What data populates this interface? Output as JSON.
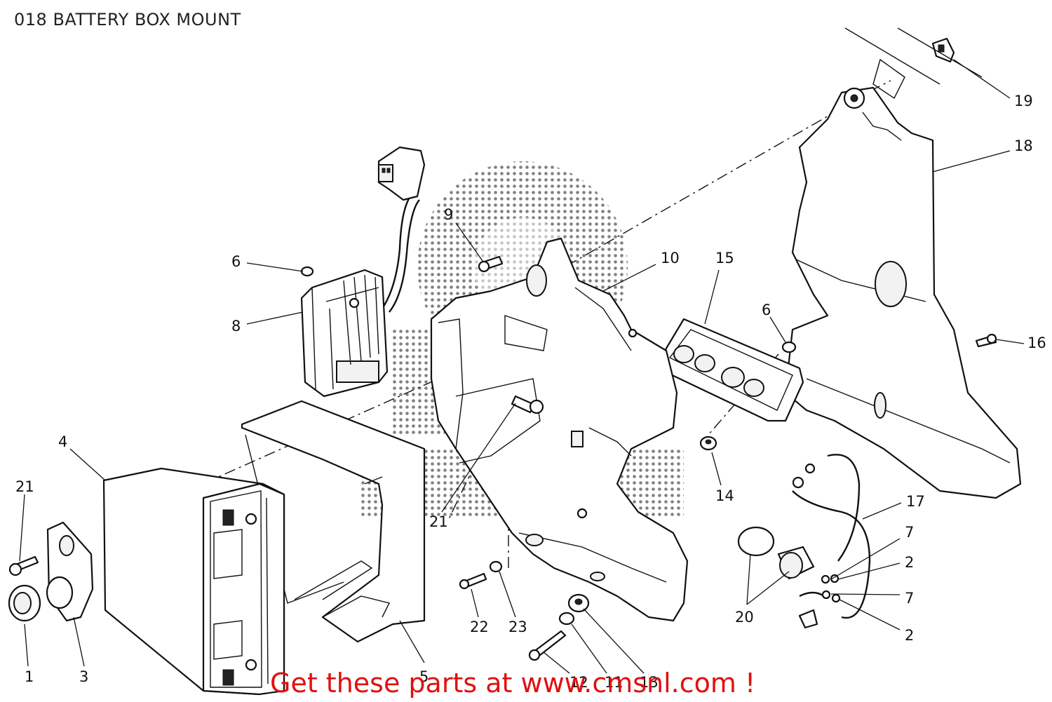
{
  "title": "018 BATTERY BOX MOUNT",
  "banner": "Get these parts at www.cmsnl.com !",
  "banner_color": "#e01010",
  "watermark": "cmsnl",
  "callouts": [
    {
      "id": "c1",
      "label": "1"
    },
    {
      "id": "c3",
      "label": "3"
    },
    {
      "id": "c4",
      "label": "4"
    },
    {
      "id": "c21a",
      "label": "21"
    },
    {
      "id": "c5",
      "label": "5"
    },
    {
      "id": "c6a",
      "label": "6"
    },
    {
      "id": "c8",
      "label": "8"
    },
    {
      "id": "c9",
      "label": "9"
    },
    {
      "id": "c10",
      "label": "10"
    },
    {
      "id": "c21b",
      "label": "21"
    },
    {
      "id": "c22",
      "label": "22"
    },
    {
      "id": "c23",
      "label": "23"
    },
    {
      "id": "c12",
      "label": "12"
    },
    {
      "id": "c11",
      "label": "11"
    },
    {
      "id": "c13",
      "label": "13"
    },
    {
      "id": "c15",
      "label": "15"
    },
    {
      "id": "c6b",
      "label": "6"
    },
    {
      "id": "c14",
      "label": "14"
    },
    {
      "id": "c16",
      "label": "16"
    },
    {
      "id": "c18",
      "label": "18"
    },
    {
      "id": "c19",
      "label": "19"
    },
    {
      "id": "c17",
      "label": "17"
    },
    {
      "id": "c7a",
      "label": "7"
    },
    {
      "id": "c2a",
      "label": "2"
    },
    {
      "id": "c7b",
      "label": "7"
    },
    {
      "id": "c2b",
      "label": "2"
    },
    {
      "id": "c20",
      "label": "20"
    }
  ]
}
